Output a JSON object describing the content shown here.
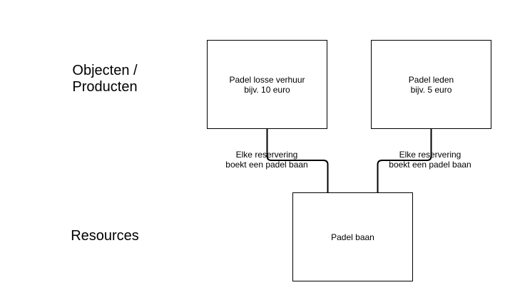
{
  "diagram": {
    "row_labels": {
      "objects": [
        "Objecten /",
        "Producten"
      ],
      "resources": "Resources"
    },
    "nodes": {
      "losse_verhuur": {
        "line1": "Padel losse verhuur",
        "line2": "bijv. 10 euro"
      },
      "leden": {
        "line1": "Padel leden",
        "line2": "bijv. 5 euro"
      },
      "baan": {
        "line1": "Padel baan"
      }
    },
    "edges": [
      {
        "from": "losse_verhuur",
        "to": "baan",
        "label": [
          "Elke reservering",
          "boekt een padel baan"
        ]
      },
      {
        "from": "leden",
        "to": "baan",
        "label": [
          "Elke reservering",
          "boekt een padel baan"
        ]
      }
    ],
    "stroke_color": "#000000"
  }
}
